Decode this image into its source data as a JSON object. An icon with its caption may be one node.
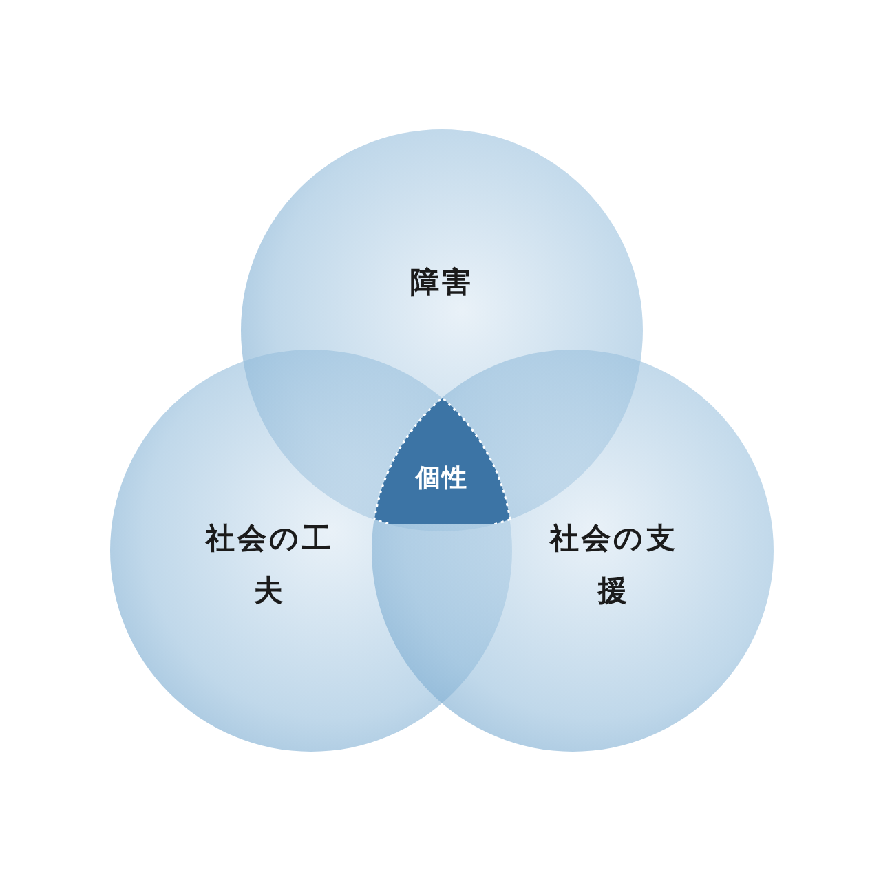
{
  "diagram": {
    "nodes": [
      {
        "text": [
          "障害"
        ]
      },
      {
        "text": [
          "社会の工夫"
        ]
      },
      {
        "text": [
          "社会の支援"
        ]
      },
      {
        "text": [
          "個性"
        ]
      }
    ],
    "edges": []
  }
}
